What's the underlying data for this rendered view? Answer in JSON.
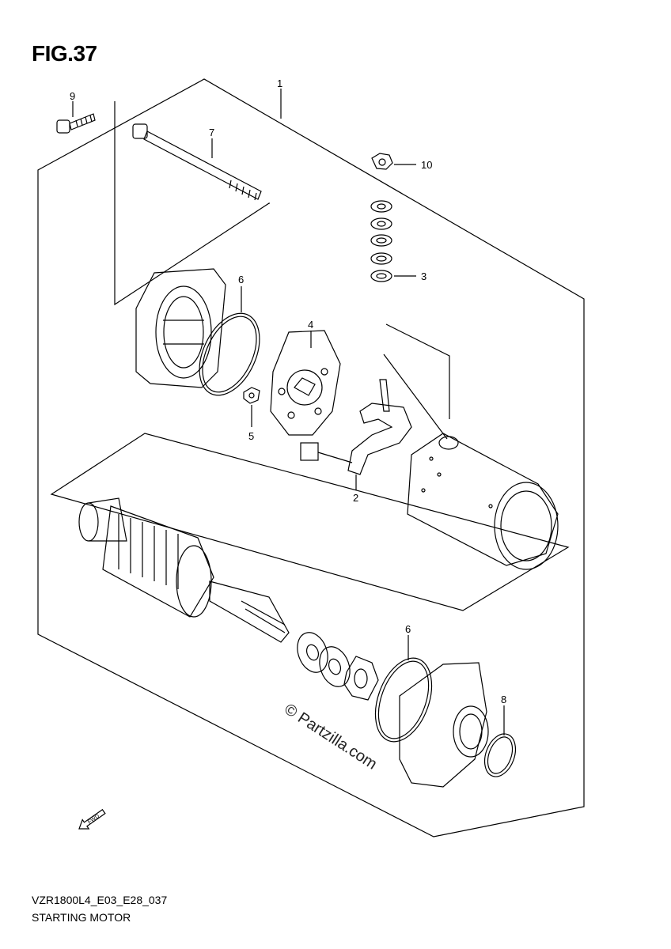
{
  "figure": {
    "title": "FIG.37",
    "code": "VZR1800L4_E03_E28_037",
    "caption": "STARTING MOTOR",
    "watermark": "© Partzilla.com",
    "direction_marker": "FWD"
  },
  "callouts": [
    {
      "id": "c1",
      "label": "1"
    },
    {
      "id": "c9",
      "label": "9"
    },
    {
      "id": "c7",
      "label": "7"
    },
    {
      "id": "c10",
      "label": "10"
    },
    {
      "id": "c3",
      "label": "3"
    },
    {
      "id": "c6a",
      "label": "6"
    },
    {
      "id": "c4",
      "label": "4"
    },
    {
      "id": "c5",
      "label": "5"
    },
    {
      "id": "c2",
      "label": "2"
    },
    {
      "id": "c6b",
      "label": "6"
    },
    {
      "id": "c8",
      "label": "8"
    }
  ]
}
